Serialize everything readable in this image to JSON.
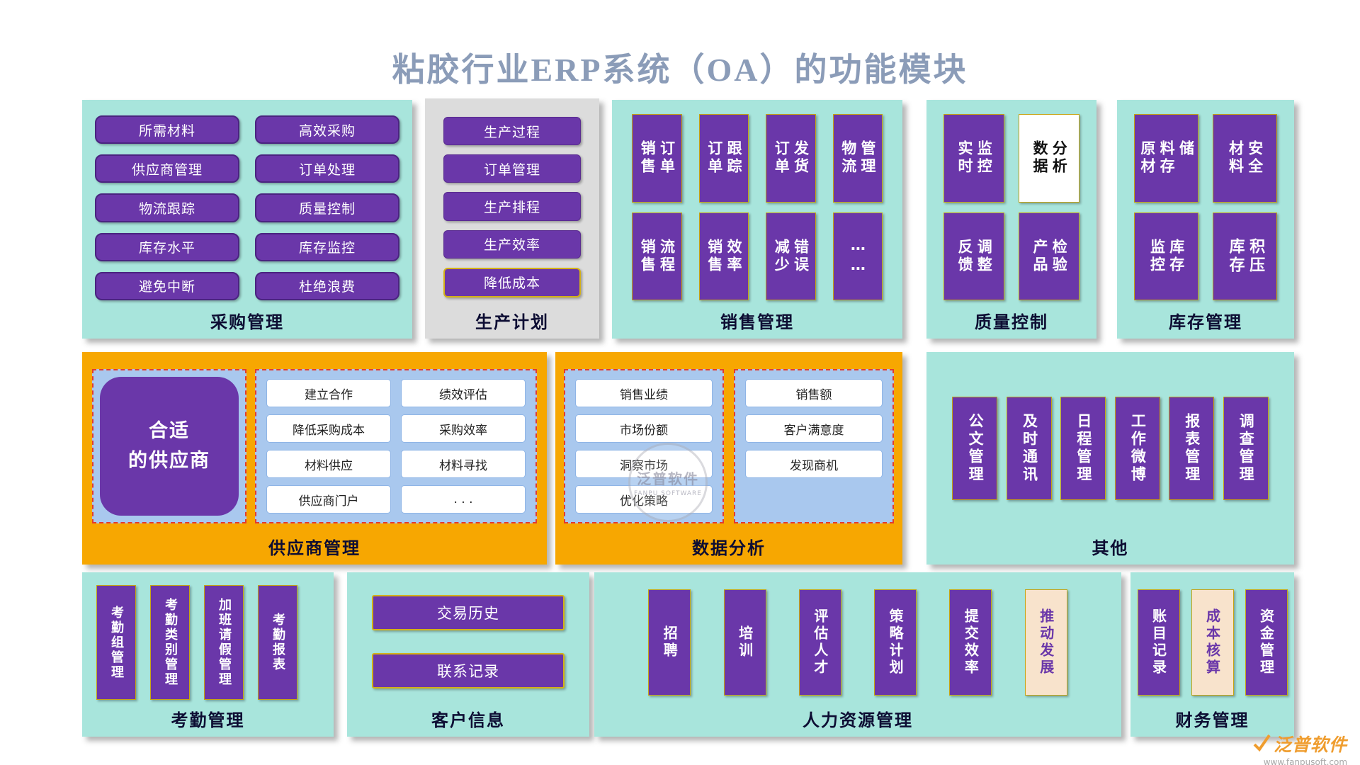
{
  "title": "粘胶行业ERP系统（OA）的功能模块",
  "procurement": {
    "label": "采购管理",
    "items": [
      "所需材料",
      "高效采购",
      "供应商管理",
      "订单处理",
      "物流跟踪",
      "质量控制",
      "库存水平",
      "库存监控",
      "避免中断",
      "杜绝浪费"
    ]
  },
  "production": {
    "label": "生产计划",
    "items": [
      "生产过程",
      "订单管理",
      "生产排程",
      "生产效率",
      "降低成本"
    ]
  },
  "sales": {
    "label": "销售管理",
    "items": [
      "销售\n订单",
      "订单\n跟踪",
      "订单\n发货",
      "物流\n管理",
      "销售\n流程",
      "销售\n效率",
      "减少\n错误",
      "……"
    ]
  },
  "quality": {
    "label": "质量控制",
    "items": [
      "实时\n监控",
      "数据\n分析",
      "反馈\n调整",
      "产品\n检验"
    ]
  },
  "inventory": {
    "label": "库存管理",
    "items": [
      "原材\n料存\n储",
      "材料\n安全",
      "监控\n库存",
      "库存\n积压"
    ]
  },
  "supplier": {
    "label": "供应商管理",
    "highlight": "合适\n的供应商",
    "items": [
      "建立合作",
      "绩效评估",
      "降低采购成本",
      "采购效率",
      "材料供应",
      "材料寻找",
      "供应商门户",
      ". . ."
    ]
  },
  "analysis": {
    "label": "数据分析",
    "left_items": [
      "销售业绩",
      "市场份额",
      "洞察市场",
      "优化策略"
    ],
    "right_items": [
      "销售额",
      "客户满意度",
      "发现商机"
    ]
  },
  "others": {
    "label": "其他",
    "items": [
      "公文管理",
      "及时通讯",
      "日程管理",
      "工作微博",
      "报表管理",
      "调查管理"
    ]
  },
  "attendance": {
    "label": "考勤管理",
    "items": [
      "考勤组管理",
      "考勤类别管理",
      "加班请假管理",
      "考勤报表"
    ]
  },
  "customer": {
    "label": "客户信息",
    "items": [
      "交易历史",
      "联系记录"
    ]
  },
  "hr": {
    "label": "人力资源管理",
    "items": [
      "招聘",
      "培训",
      "评估人才",
      "策略计划",
      "提交效率",
      "推动发展"
    ]
  },
  "finance": {
    "label": "财务管理",
    "items": [
      "账目记录",
      "成本核算",
      "资金管理"
    ]
  },
  "watermark": {
    "line1": "泛普软件",
    "line2": "FANPU SOFTWARE"
  },
  "logo": {
    "name": "泛普软件",
    "url": "www.fanpusoft.com"
  },
  "colors": {
    "teal": "#a8e5dc",
    "purple": "#6a37a9",
    "orange": "#f7a701",
    "gray": "#dcdcdc",
    "gold": "#c6a414",
    "dashed_red": "#e23b30"
  }
}
